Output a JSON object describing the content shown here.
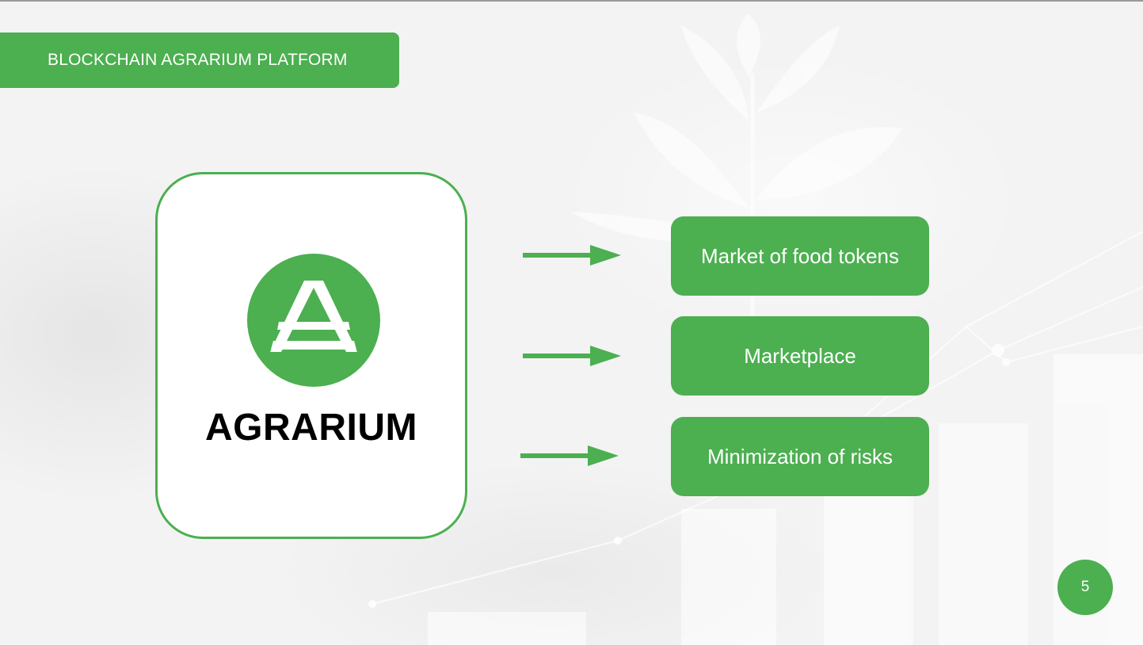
{
  "header": {
    "title": "BLOCKCHAIN AGRARIUM PLATFORM"
  },
  "logo": {
    "icon": "agrarium-a-icon",
    "brand_name": "AGRARIUM"
  },
  "features": [
    {
      "label": "Market of food tokens"
    },
    {
      "label": "Marketplace"
    },
    {
      "label": "Minimization of risks"
    }
  ],
  "page": {
    "number": "5"
  },
  "colors": {
    "accent": "#4caf50",
    "text_dark": "#000000",
    "text_light": "#ffffff"
  }
}
